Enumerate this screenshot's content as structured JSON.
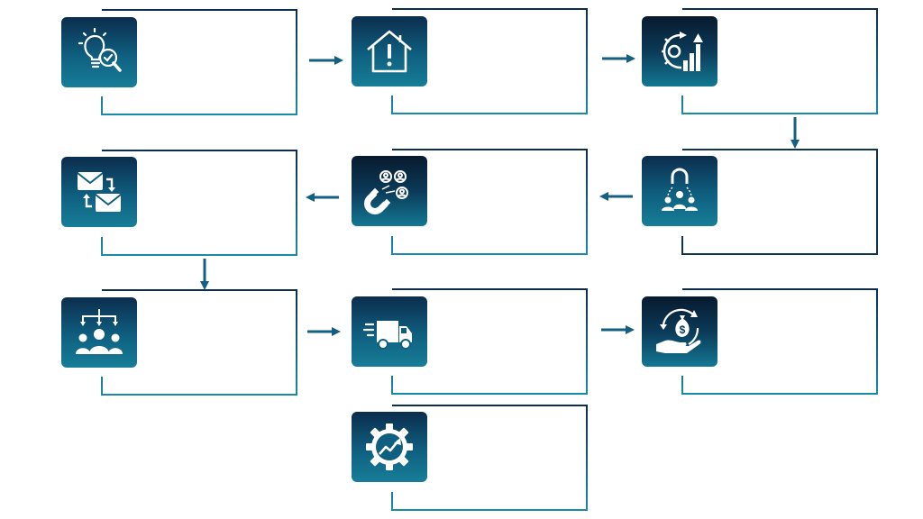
{
  "diagram": {
    "colors": {
      "frame_dark": "#0c2d4d",
      "frame_light": "#1a8aa6",
      "arrow": "#155f83",
      "tile_top": "#0c2d4d",
      "tile_bottom": "#177e98"
    },
    "steps": [
      {
        "id": "step-1",
        "icon": "idea-search-icon",
        "label": ""
      },
      {
        "id": "step-2",
        "icon": "house-alert-icon",
        "label": ""
      },
      {
        "id": "step-3",
        "icon": "growth-process-icon",
        "label": ""
      },
      {
        "id": "step-4",
        "icon": "customer-magnet-group-icon",
        "label": ""
      },
      {
        "id": "step-5",
        "icon": "magnet-attract-people-icon",
        "label": ""
      },
      {
        "id": "step-6",
        "icon": "mail-exchange-icon",
        "label": ""
      },
      {
        "id": "step-7",
        "icon": "team-distribution-icon",
        "label": ""
      },
      {
        "id": "step-8",
        "icon": "delivery-truck-icon",
        "label": ""
      },
      {
        "id": "step-9",
        "icon": "money-hand-icon",
        "label": ""
      },
      {
        "id": "step-10",
        "icon": "gear-growth-icon",
        "label": ""
      }
    ]
  }
}
